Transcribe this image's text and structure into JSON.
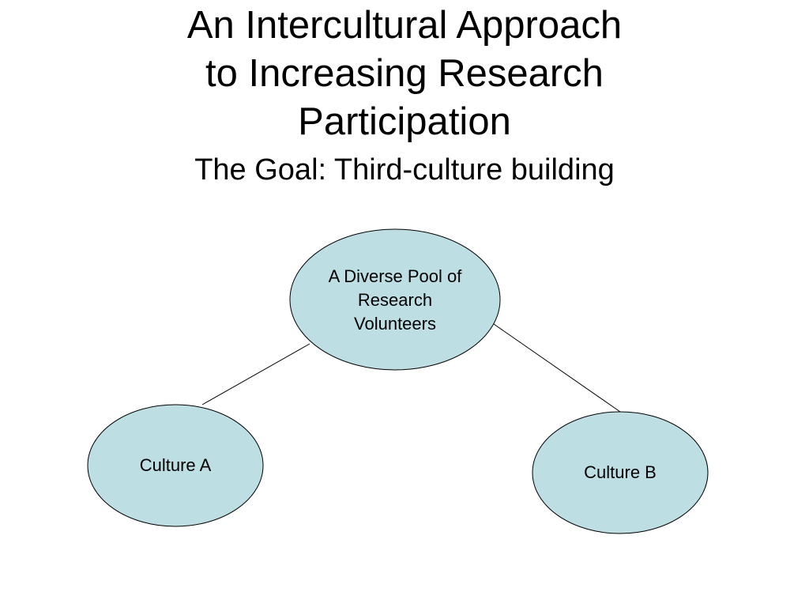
{
  "slide": {
    "title": "An Intercultural Approach\nto Increasing Research\nParticipation",
    "subtitle": "The Goal: Third-culture building"
  },
  "diagram": {
    "node_fill": "#bddfe3",
    "node_stroke": "#000000",
    "edge_stroke": "#000000",
    "nodes": [
      {
        "id": "pool",
        "label": "A Diverse Pool of\nResearch\nVolunteers"
      },
      {
        "id": "culture-a",
        "label": "Culture A"
      },
      {
        "id": "culture-b",
        "label": "Culture B"
      }
    ],
    "edges": [
      {
        "from": "pool",
        "to": "culture-a"
      },
      {
        "from": "pool",
        "to": "culture-b"
      }
    ]
  }
}
